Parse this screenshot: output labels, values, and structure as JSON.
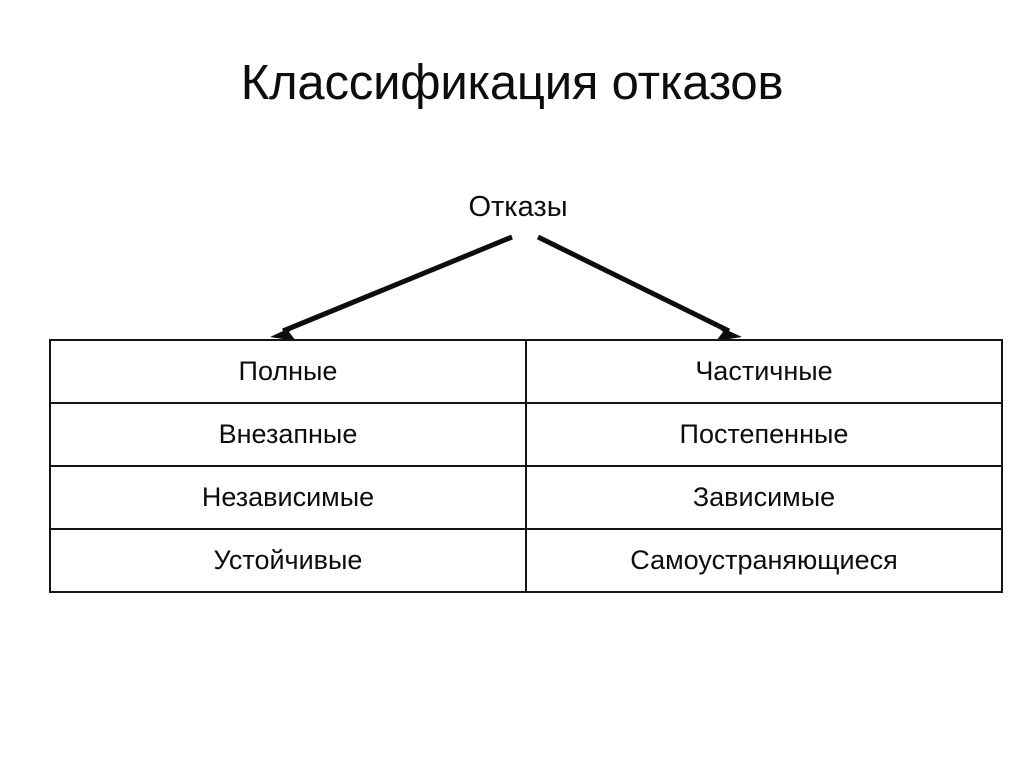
{
  "slide": {
    "title": "Классификация отказов",
    "background_color": "#ffffff",
    "text_color": "#0d0d0d",
    "line_color": "#151515"
  },
  "diagram": {
    "type": "tree-to-table",
    "root": {
      "label": "Отказы"
    },
    "arrows": [
      {
        "name": "arrow-to-left-column",
        "direction": "down-left"
      },
      {
        "name": "arrow-to-right-column",
        "direction": "down-right"
      }
    ],
    "table": {
      "columns": 2,
      "rows": 4,
      "cells": [
        {
          "left": "Полные",
          "right": "Частичные"
        },
        {
          "left": "Внезапные",
          "right": "Постепенные"
        },
        {
          "left": "Независимые",
          "right": "Зависимые"
        },
        {
          "left": "Устойчивые",
          "right": "Самоустраняющиеся"
        }
      ]
    }
  }
}
